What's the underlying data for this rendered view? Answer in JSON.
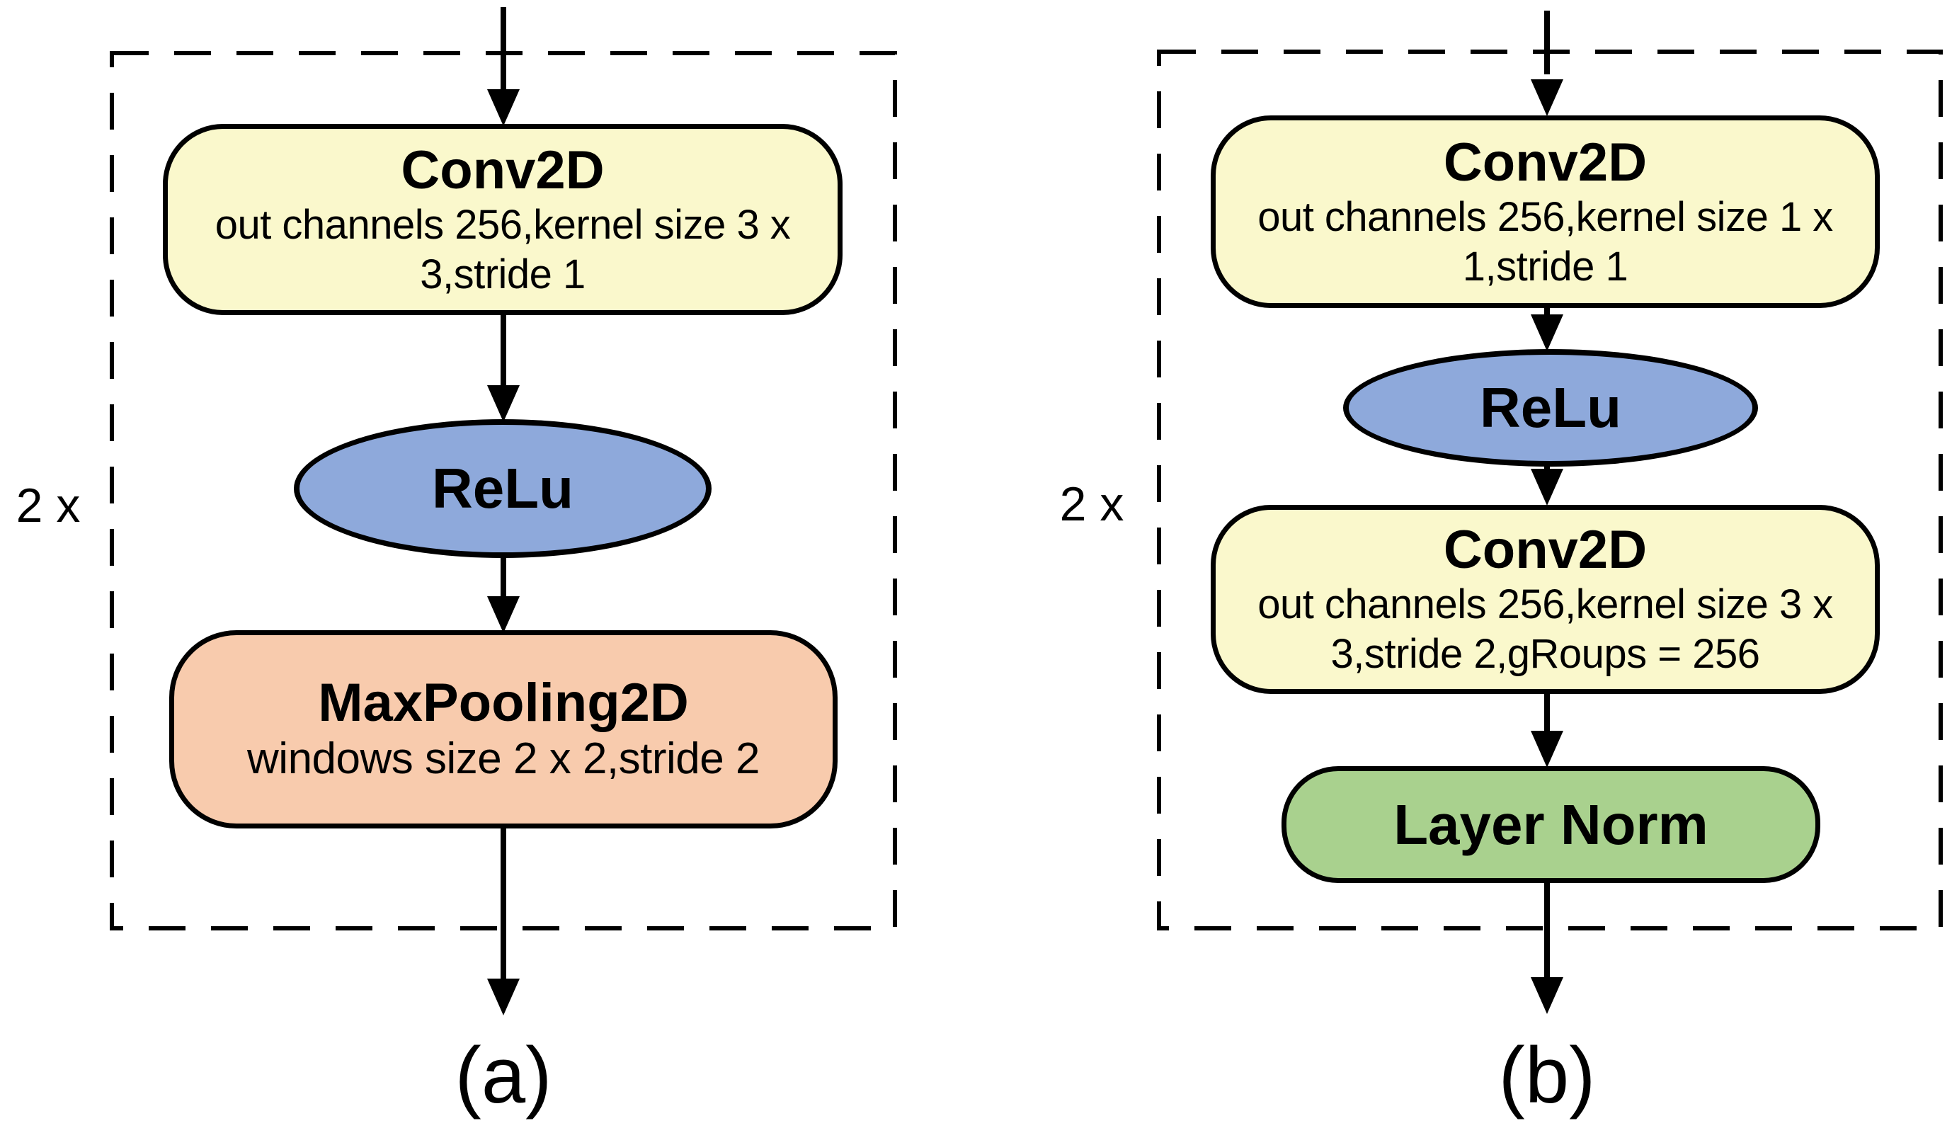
{
  "panels": {
    "a": {
      "caption": "(a)",
      "repeat_label": "2 x",
      "nodes": {
        "conv": {
          "title": "Conv2D",
          "subtitle": "out channels 256,kernel size 3 x 3,stride 1"
        },
        "relu": {
          "title": "ReLu"
        },
        "maxpool": {
          "title": "MaxPooling2D",
          "subtitle": "windows size 2 x 2,stride 2"
        }
      }
    },
    "b": {
      "caption": "(b)",
      "repeat_label": "2 x",
      "nodes": {
        "conv1": {
          "title": "Conv2D",
          "subtitle": "out channels 256,kernel size 1 x 1,stride 1"
        },
        "relu": {
          "title": "ReLu"
        },
        "conv2": {
          "title": "Conv2D",
          "subtitle": "out channels 256,kernel size 3 x 3,stride 2,gRoups = 256"
        },
        "layernorm": {
          "title": "Layer Norm"
        }
      }
    }
  },
  "colors": {
    "conv_fill": "#FAF8CC",
    "relu_fill": "#8EA9DB",
    "maxpool_fill": "#F8CBAD",
    "layernorm_fill": "#A9D18E",
    "stroke": "#000000",
    "background": "#FFFFFF"
  }
}
